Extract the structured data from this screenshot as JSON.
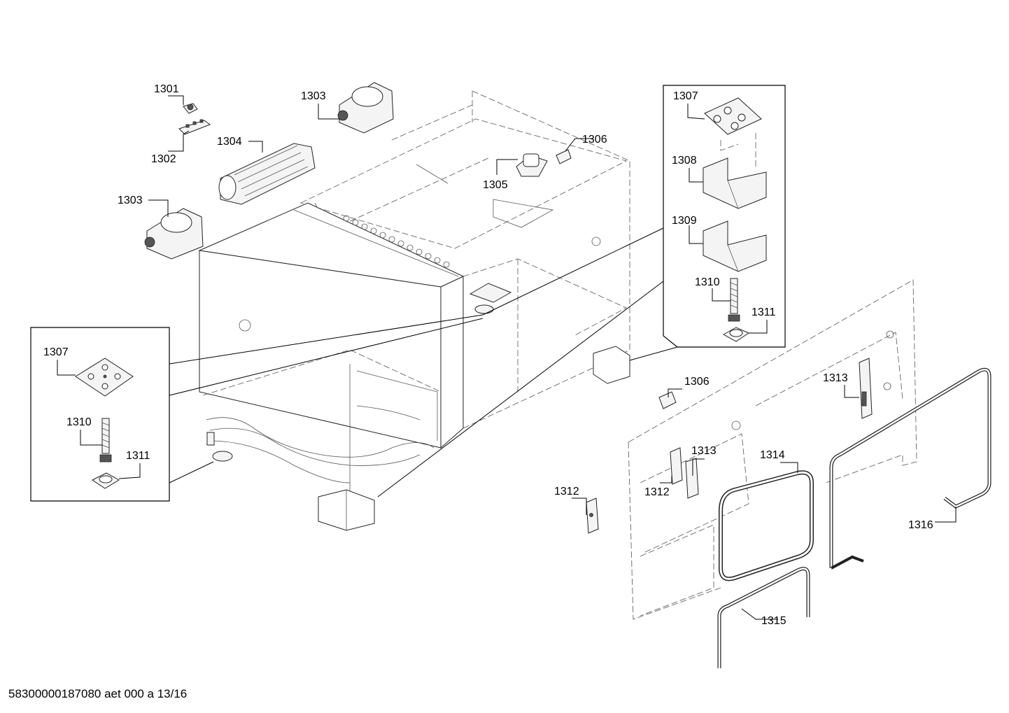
{
  "labels": {
    "p1301": "1301",
    "p1302": "1302",
    "p1303_top": "1303",
    "p1303_left": "1303",
    "p1304": "1304",
    "p1305": "1305",
    "p1306_top": "1306",
    "p1306_right": "1306",
    "p1307_right": "1307",
    "p1307_left": "1307",
    "p1308": "1308",
    "p1309": "1309",
    "p1310_right": "1310",
    "p1310_left": "1310",
    "p1311_right": "1311",
    "p1311_left": "1311",
    "p1312_panel": "1312",
    "p1312_loose": "1312",
    "p1313_panel": "1313",
    "p1313_upper": "1313",
    "p1314": "1314",
    "p1315": "1315",
    "p1316": "1316"
  },
  "footer": "58300000187080 aet 000 a 13/16"
}
